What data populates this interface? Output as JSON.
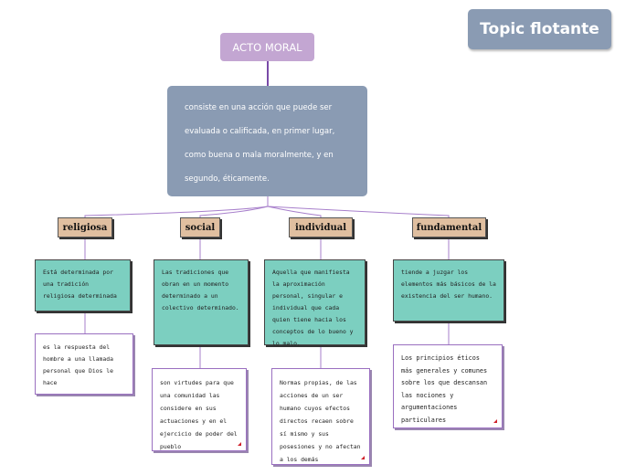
{
  "floating_topic": "Topic flotante",
  "root": "ACTO MORAL",
  "definition": "consiste en una acción que puede ser evaluada o calificada, en primer lugar, como buena o mala moralmente, y en segundo, éticamente.",
  "branches": [
    {
      "label": "religiosa",
      "description": "Está determinada por una tradición religiosa determinada",
      "note": "es la respuesta del hombre a una llamada personal que Dios le hace"
    },
    {
      "label": "social",
      "description": "Las tradiciones que obran en un momento determinado a un colectivo determinado.",
      "note": "son virtudes para que una comunidad las considere en sus actuaciones y en el ejercicio de poder del pueblo"
    },
    {
      "label": "individual",
      "description": "Aquella que manifiesta la aproximación personal, singular e individual que cada quien tiene hacia los conceptos de lo bueno y lo malo.",
      "note": "Normas propias, de las acciones de un ser humano cuyos efectos directos recaen sobre sí mismo y sus posesiones y no afectan a los demás"
    },
    {
      "label": "fundamental",
      "description": "tiende a juzgar los elementos más básicos de la existencia del ser humano.",
      "note": "Los principios éticos más generales y comunes sobre los que descansan las nociones y argumentaciones particulares"
    }
  ],
  "colors": {
    "root": "#c3a6d2",
    "definition": "#8a9bb3",
    "label": "#e0bfa0",
    "description": "#7ccfc0",
    "connector": "#9a6fc0"
  }
}
